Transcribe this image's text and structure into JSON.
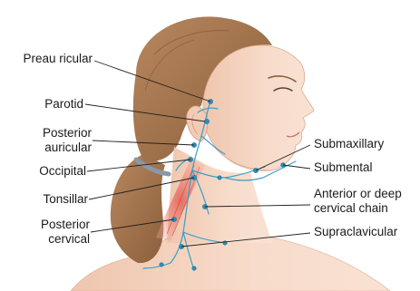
{
  "labels": {
    "preauricular": "Preau ricular",
    "parotid": "Parotid",
    "posterior_auricular_1": "Posterior",
    "posterior_auricular_2": "auricular",
    "occipital": "Occipital",
    "tonsillar": "Tonsillar",
    "posterior_cervical_1": "Posterior",
    "posterior_cervical_2": "cervical",
    "submaxillary": "Submaxillary",
    "submental": "Submental",
    "anterior_deep_1": "Anterior or deep",
    "anterior_deep_2": "cervical chain",
    "supraclavicular": "Supraclavicular"
  },
  "colors": {
    "skin": "#f6d9c6",
    "skin_shadow": "#e9bca3",
    "hair": "#a0734e",
    "hair_dark": "#7d5535",
    "lymph": "#3a9fc6",
    "muscle": "#e0635a",
    "leader": "#222222"
  }
}
